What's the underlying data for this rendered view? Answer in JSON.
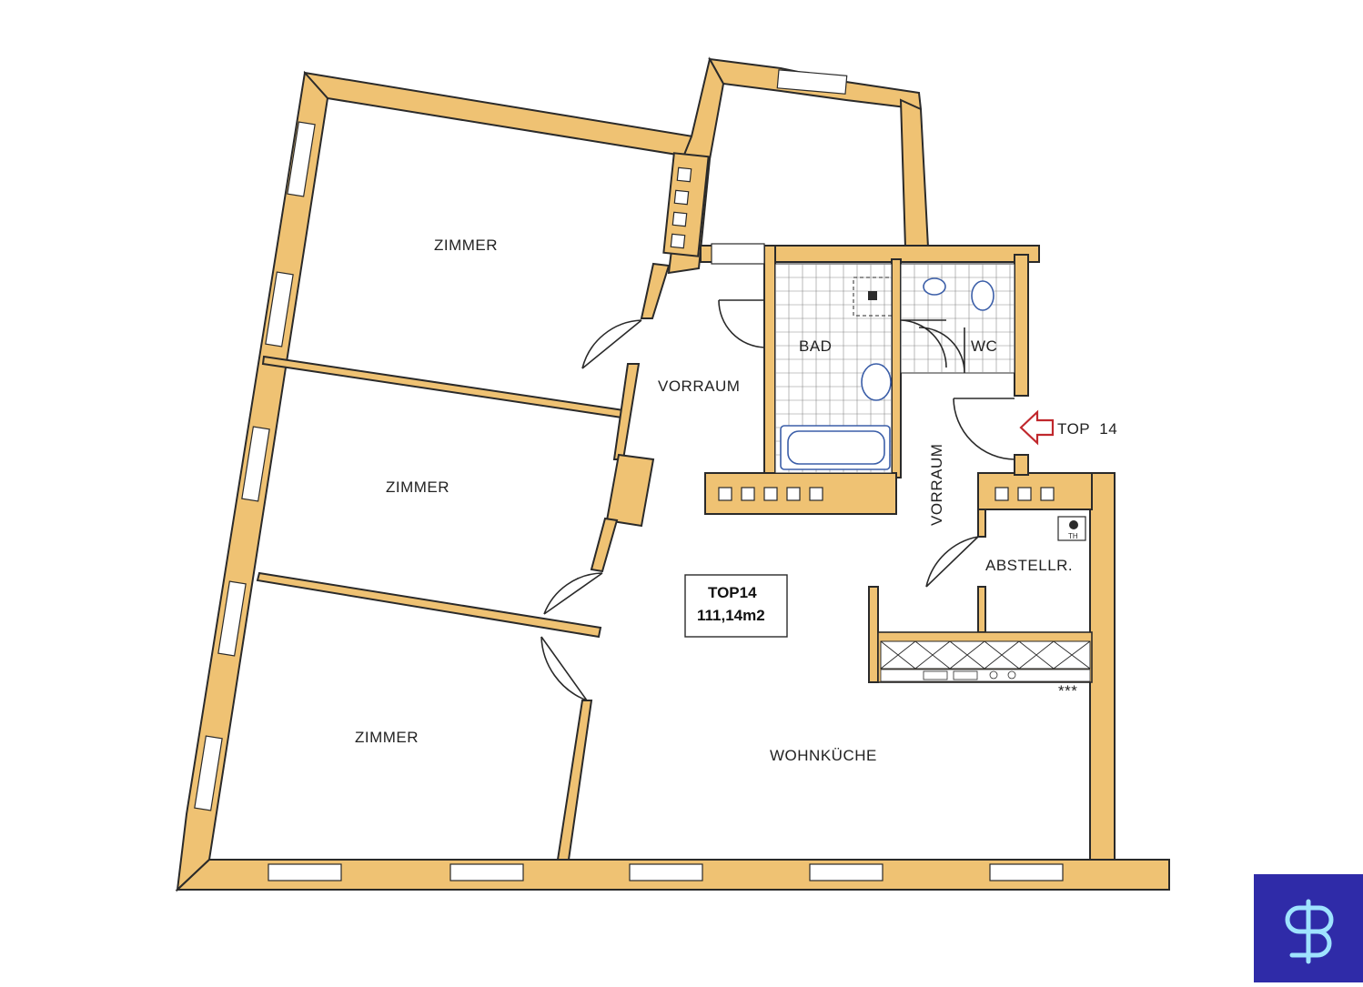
{
  "plan": {
    "rooms": [
      {
        "id": "zimmer-1",
        "label": "ZIMMER"
      },
      {
        "id": "zimmer-2",
        "label": "ZIMMER"
      },
      {
        "id": "zimmer-3",
        "label": "ZIMMER"
      },
      {
        "id": "vorraum-main",
        "label": "VORRAUM"
      },
      {
        "id": "vorraum-side",
        "label": "VORRAUM"
      },
      {
        "id": "bad",
        "label": "BAD"
      },
      {
        "id": "wc",
        "label": "WC"
      },
      {
        "id": "abstellr",
        "label": "ABSTELLR."
      },
      {
        "id": "wohnkueche",
        "label": "WOHNKÜCHE"
      }
    ],
    "unit_box": {
      "line1": "TOP14",
      "line2": "111,14m2"
    },
    "entrance": {
      "label": "TOP  14"
    },
    "fixture_labels": {
      "heater": "TH",
      "stove_marks": "***"
    }
  },
  "colors": {
    "wall_fill": "#efc273",
    "line": "#2a2a2a",
    "fixture_blue": "#3b5ea8",
    "entrance_arrow": "#c0282d",
    "logo_bg": "#2f2ba8",
    "logo_fg": "#9fe3ff"
  },
  "icons": {
    "logo": "sp-monogram-icon",
    "entrance_arrow": "arrow-left-icon"
  }
}
